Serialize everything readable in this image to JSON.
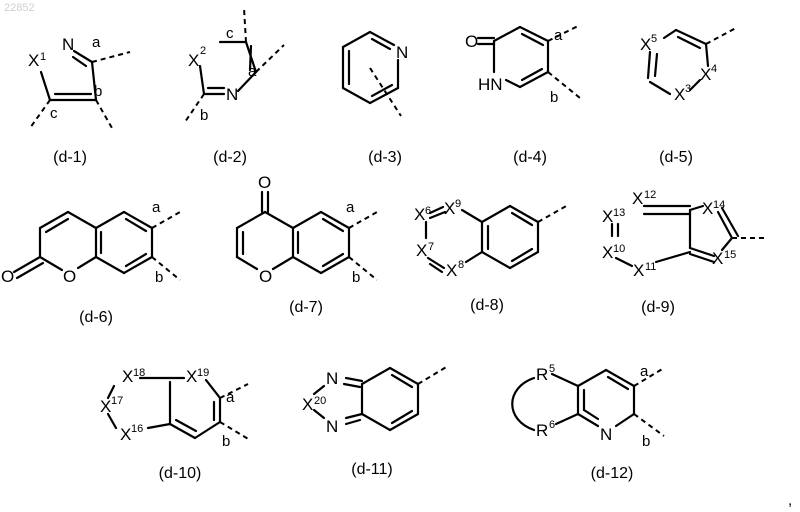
{
  "watermark": "22852",
  "captions": [
    "(d-1)",
    "(d-2)",
    "(d-3)",
    "(d-4)",
    "(d-5)",
    "(d-6)",
    "(d-7)",
    "(d-8)",
    "(d-9)",
    "(d-10)",
    "(d-11)",
    "(d-12)"
  ],
  "atoms": {
    "N": "N",
    "O": "O",
    "HN": "HN",
    "X": "X",
    "R": "R"
  },
  "positions": {
    "a": "a",
    "b": "b",
    "c": "c"
  },
  "superscripts": {
    "x1": "1",
    "x2": "2",
    "x3": "3",
    "x4": "4",
    "x5": "5",
    "x6": "6",
    "x7": "7",
    "x8": "8",
    "x9": "9",
    "x10": "10",
    "x11": "11",
    "x12": "12",
    "x13": "13",
    "x14": "14",
    "x15": "15",
    "x16": "16",
    "x17": "17",
    "x18": "18",
    "x19": "19",
    "x20": "20",
    "r5": "5",
    "r6": "6"
  },
  "trailing_mark": ","
}
